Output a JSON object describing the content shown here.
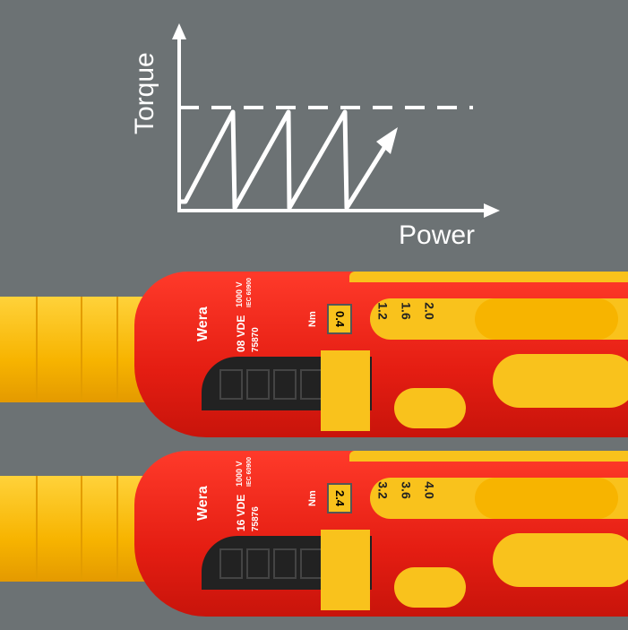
{
  "diagram": {
    "y_axis_label": "Torque",
    "x_axis_label": "Power"
  },
  "tools": [
    {
      "brand": "Wera",
      "model": "08 VDE",
      "code": "75870",
      "rating": "1000 V",
      "standard": "IEC 60900",
      "unit": "Nm",
      "selected_value": "0.4",
      "scale_values": [
        "1.2",
        "1.6",
        "2.0"
      ]
    },
    {
      "brand": "Wera",
      "model": "16 VDE",
      "code": "75876",
      "rating": "1000 V",
      "standard": "IEC 60900",
      "unit": "Nm",
      "selected_value": "2.4",
      "scale_values": [
        "3.2",
        "3.6",
        "4.0"
      ]
    }
  ],
  "colors": {
    "background": "#6c7274",
    "red": "#e41d12",
    "yellow": "#f9c21c"
  }
}
